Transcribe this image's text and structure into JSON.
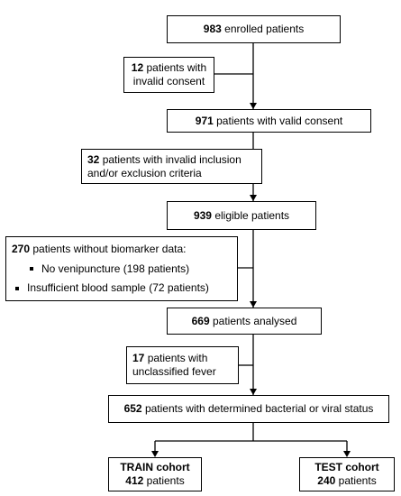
{
  "flowchart": {
    "enrolled": {
      "count": "983",
      "text": " enrolled patients"
    },
    "invalid_consent": {
      "count": "12",
      "line1": " patients with",
      "line2": "invalid consent"
    },
    "valid_consent": {
      "count": "971",
      "text": " patients with valid consent"
    },
    "invalid_criteria": {
      "count": "32",
      "line1": " patients with invalid inclusion",
      "line2": "and/or exclusion criteria"
    },
    "eligible": {
      "count": "939",
      "text": " eligible patients"
    },
    "no_biomarker": {
      "count": "270",
      "text": " patients without biomarker data:",
      "items": [
        "No venipuncture (198 patients)",
        "Insufficient blood sample (72 patients)"
      ]
    },
    "analysed": {
      "count": "669",
      "text": " patients analysed"
    },
    "unclassified": {
      "count": "17",
      "line1": " patients with",
      "line2": "unclassified fever"
    },
    "determined": {
      "count": "652",
      "text": " patients with determined bacterial or viral status"
    },
    "train": {
      "title": "TRAIN cohort",
      "count": "412",
      "unit": " patients"
    },
    "test": {
      "title": "TEST cohort",
      "count": "240",
      "unit": " patients"
    }
  }
}
